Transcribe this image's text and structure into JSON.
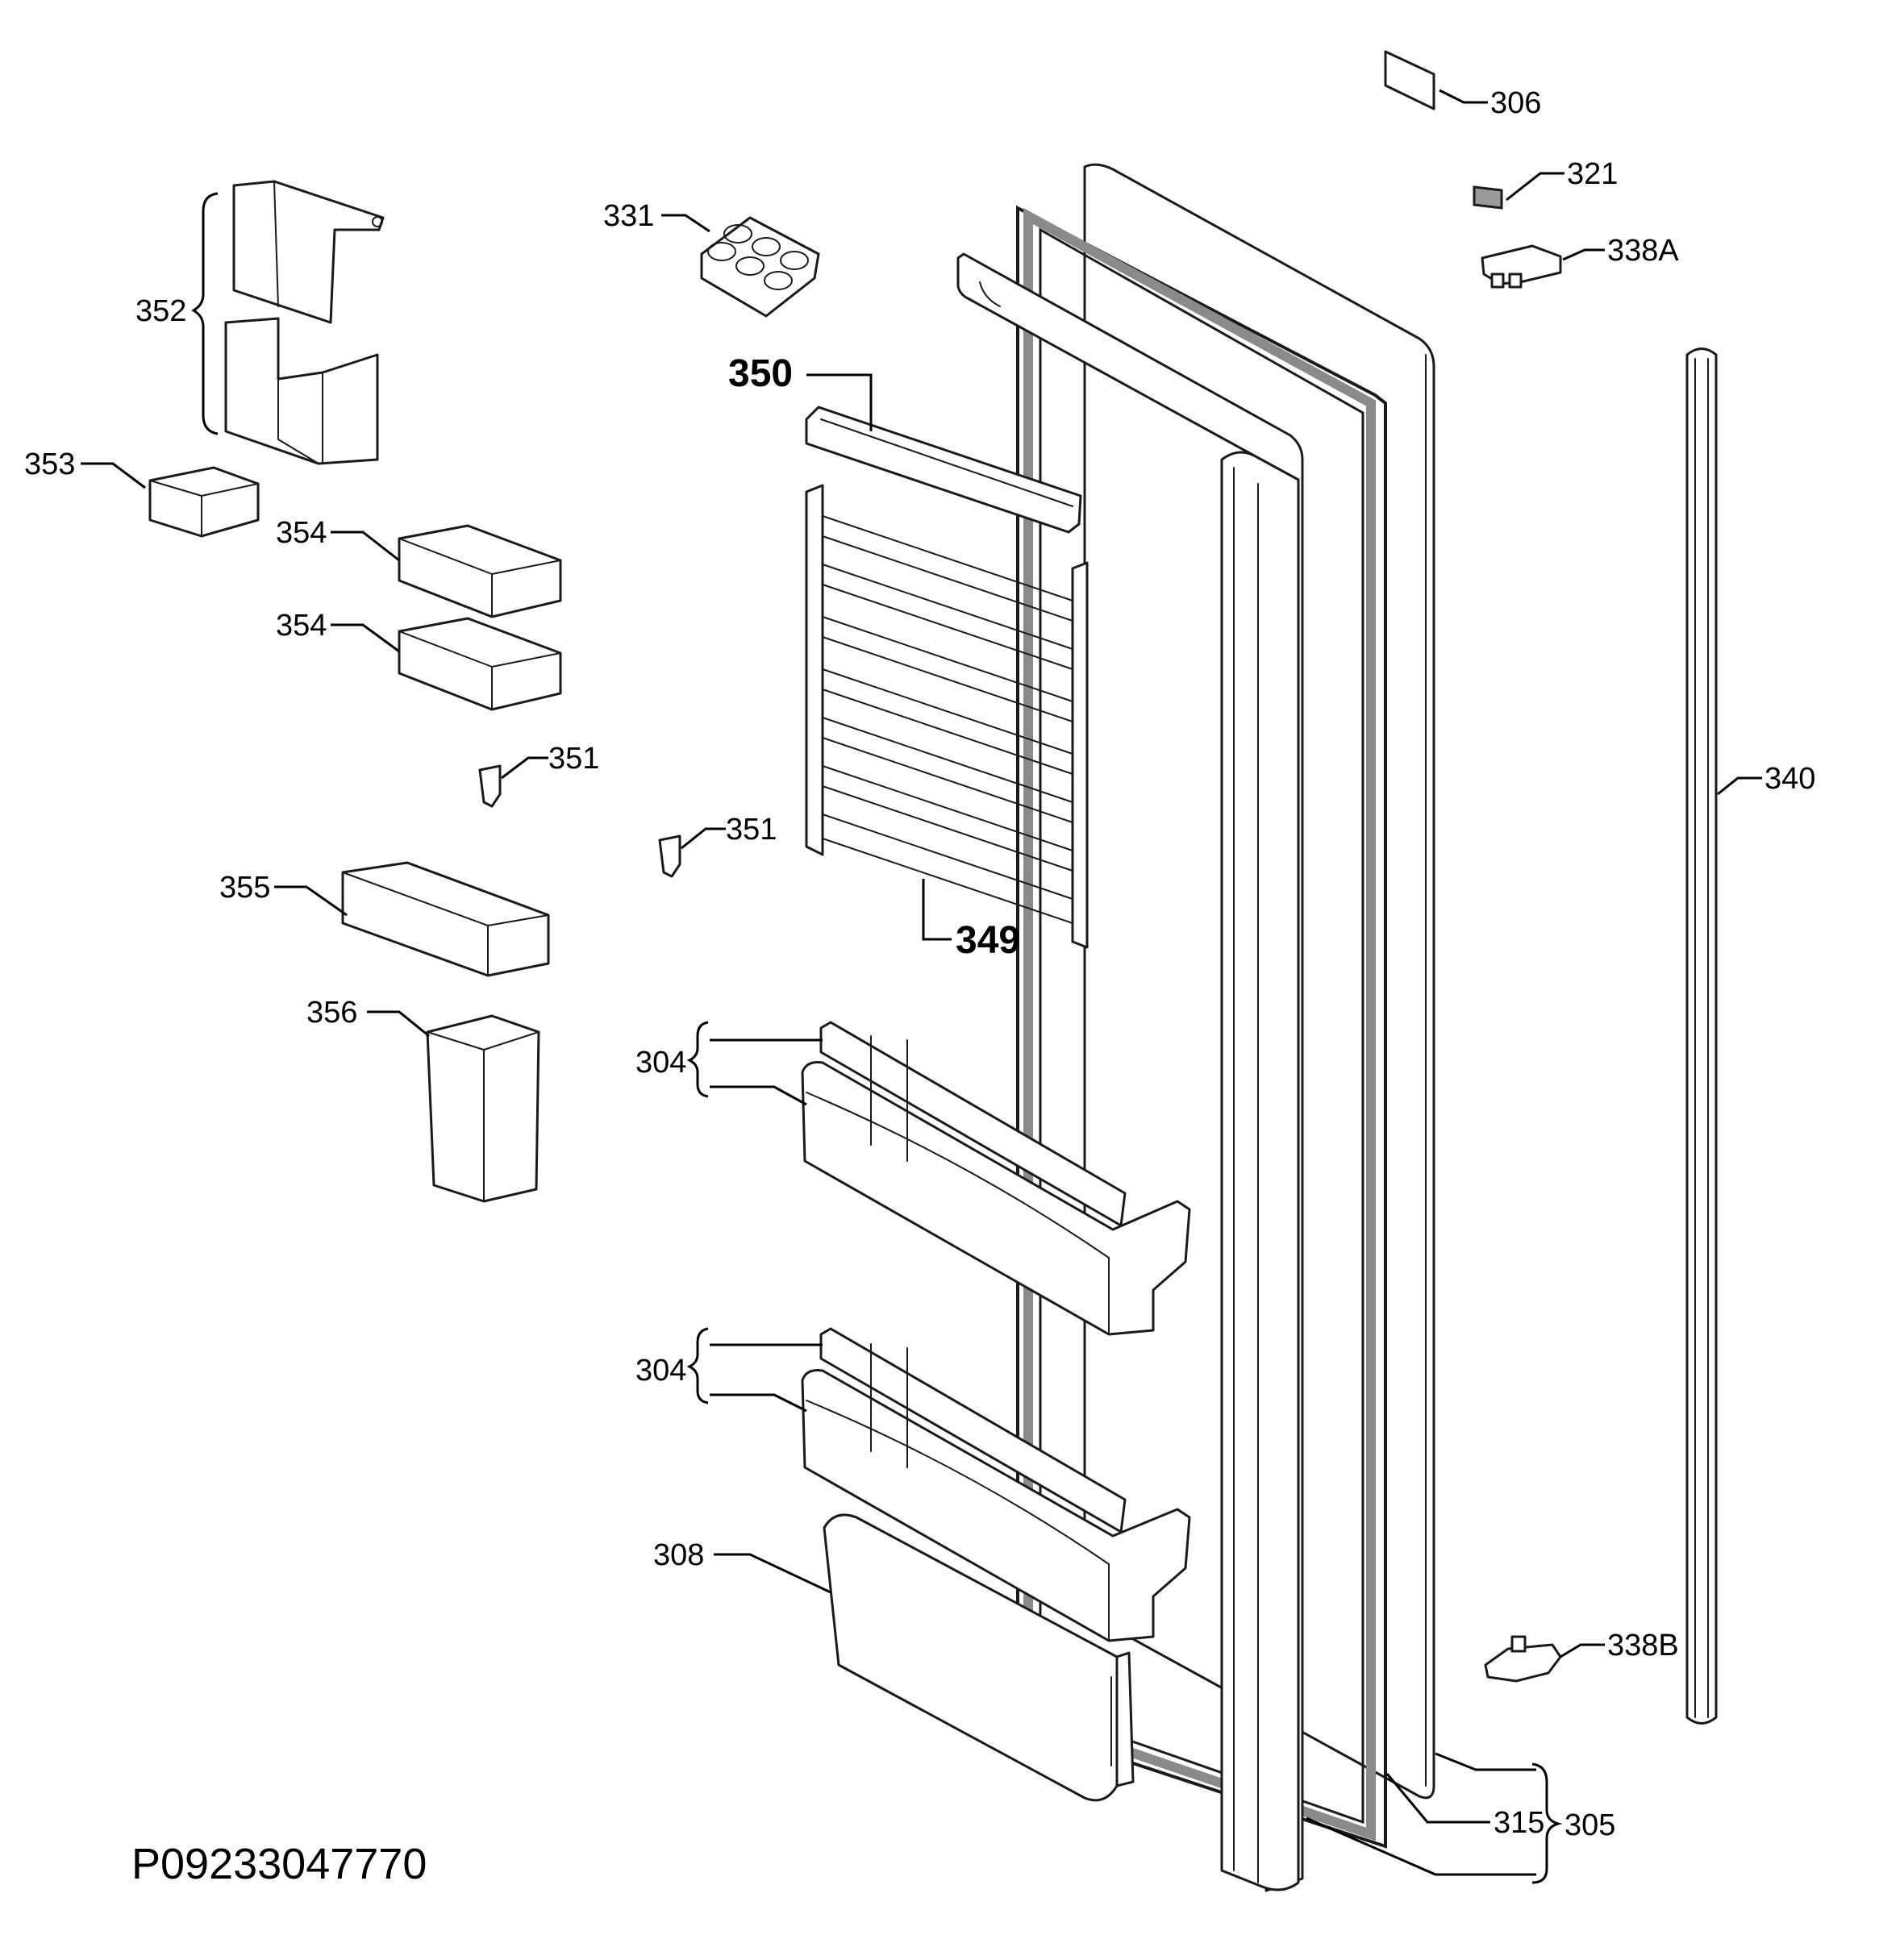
{
  "diagram": {
    "reference_code": "P09233047770",
    "labels": {
      "p306": "306",
      "p321": "321",
      "p338a": "338A",
      "p331": "331",
      "p352": "352",
      "p353": "353",
      "p354a": "354",
      "p354b": "354",
      "p350": "350",
      "p349": "349",
      "p351a": "351",
      "p351b": "351",
      "p340": "340",
      "p355": "355",
      "p356": "356",
      "p304a": "304",
      "p304b": "304",
      "p308": "308",
      "p338b": "338B",
      "p315": "315",
      "p305": "305"
    }
  }
}
